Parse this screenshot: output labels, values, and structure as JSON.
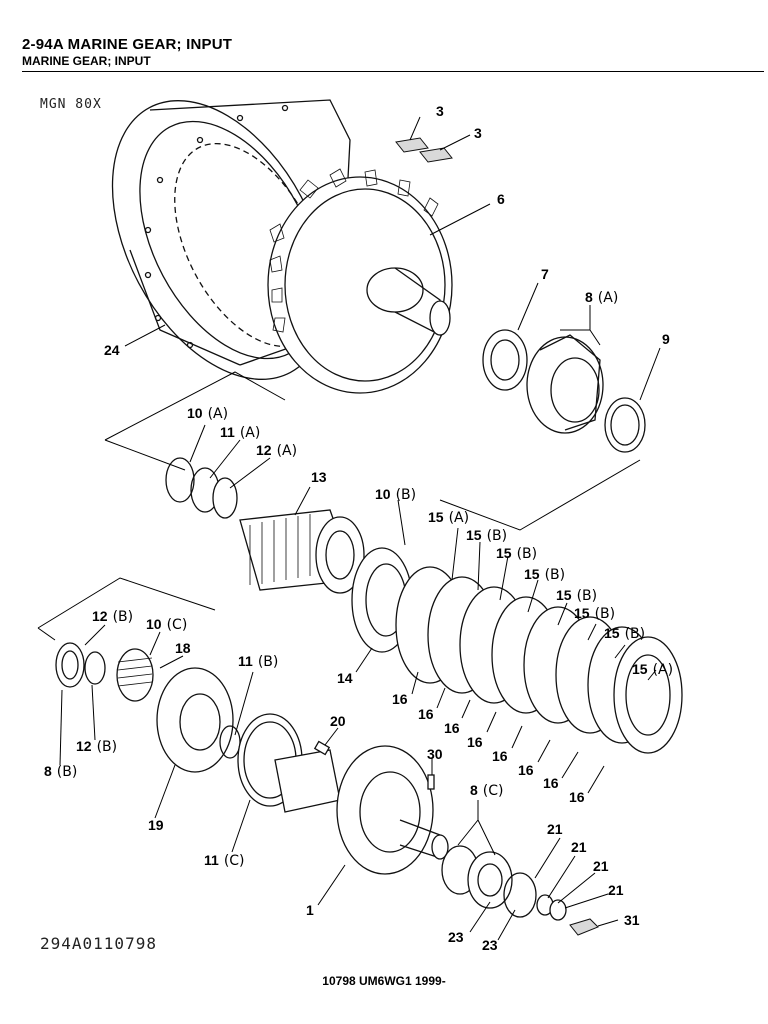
{
  "header": {
    "title": "2-94A  MARINE GEAR; INPUT",
    "subtitle": "MARINE GEAR; INPUT"
  },
  "model_label": "MGN 80X",
  "drawing_number": "294A0110798",
  "footer": "10798 UM6WG1 1999-",
  "callouts": [
    {
      "id": "c-3a",
      "num": "3",
      "suffix": ""
    },
    {
      "id": "c-3b",
      "num": "3",
      "suffix": ""
    },
    {
      "id": "c-6",
      "num": "6",
      "suffix": ""
    },
    {
      "id": "c-7",
      "num": "7",
      "suffix": ""
    },
    {
      "id": "c-8a",
      "num": "8",
      "suffix": "(A)"
    },
    {
      "id": "c-9",
      "num": "9",
      "suffix": ""
    },
    {
      "id": "c-24",
      "num": "24",
      "suffix": ""
    },
    {
      "id": "c-10a",
      "num": "10",
      "suffix": "(A)"
    },
    {
      "id": "c-11a",
      "num": "11",
      "suffix": "(A)"
    },
    {
      "id": "c-12a",
      "num": "12",
      "suffix": "(A)"
    },
    {
      "id": "c-13",
      "num": "13",
      "suffix": ""
    },
    {
      "id": "c-10b",
      "num": "10",
      "suffix": "(B)"
    },
    {
      "id": "c-15a1",
      "num": "15",
      "suffix": "(A)"
    },
    {
      "id": "c-15b1",
      "num": "15",
      "suffix": "(B)"
    },
    {
      "id": "c-15b2",
      "num": "15",
      "suffix": "(B)"
    },
    {
      "id": "c-15b3",
      "num": "15",
      "suffix": "(B)"
    },
    {
      "id": "c-15b4",
      "num": "15",
      "suffix": "(B)"
    },
    {
      "id": "c-15b5",
      "num": "15",
      "suffix": "(B)"
    },
    {
      "id": "c-15b6",
      "num": "15",
      "suffix": "(B)"
    },
    {
      "id": "c-15a2",
      "num": "15",
      "suffix": "(A)"
    },
    {
      "id": "c-14",
      "num": "14",
      "suffix": ""
    },
    {
      "id": "c-16-1",
      "num": "16",
      "suffix": ""
    },
    {
      "id": "c-16-2",
      "num": "16",
      "suffix": ""
    },
    {
      "id": "c-16-3",
      "num": "16",
      "suffix": ""
    },
    {
      "id": "c-16-4",
      "num": "16",
      "suffix": ""
    },
    {
      "id": "c-16-5",
      "num": "16",
      "suffix": ""
    },
    {
      "id": "c-16-6",
      "num": "16",
      "suffix": ""
    },
    {
      "id": "c-16-7",
      "num": "16",
      "suffix": ""
    },
    {
      "id": "c-16-8",
      "num": "16",
      "suffix": ""
    },
    {
      "id": "c-12b-top",
      "num": "12",
      "suffix": "(B)"
    },
    {
      "id": "c-10c",
      "num": "10",
      "suffix": "(C)"
    },
    {
      "id": "c-18",
      "num": "18",
      "suffix": ""
    },
    {
      "id": "c-11b",
      "num": "11",
      "suffix": "(B)"
    },
    {
      "id": "c-12b-bot",
      "num": "12",
      "suffix": "(B)"
    },
    {
      "id": "c-8b",
      "num": "8",
      "suffix": "(B)"
    },
    {
      "id": "c-19",
      "num": "19",
      "suffix": ""
    },
    {
      "id": "c-20",
      "num": "20",
      "suffix": ""
    },
    {
      "id": "c-30",
      "num": "30",
      "suffix": ""
    },
    {
      "id": "c-8c",
      "num": "8",
      "suffix": "(C)"
    },
    {
      "id": "c-11c",
      "num": "11",
      "suffix": "(C)"
    },
    {
      "id": "c-1",
      "num": "1",
      "suffix": ""
    },
    {
      "id": "c-21a",
      "num": "21",
      "suffix": ""
    },
    {
      "id": "c-21b",
      "num": "21",
      "suffix": ""
    },
    {
      "id": "c-21c",
      "num": "21",
      "suffix": ""
    },
    {
      "id": "c-21d",
      "num": "21",
      "suffix": ""
    },
    {
      "id": "c-31",
      "num": "31",
      "suffix": ""
    },
    {
      "id": "c-23a",
      "num": "23",
      "suffix": ""
    },
    {
      "id": "c-23b",
      "num": "23",
      "suffix": ""
    }
  ]
}
